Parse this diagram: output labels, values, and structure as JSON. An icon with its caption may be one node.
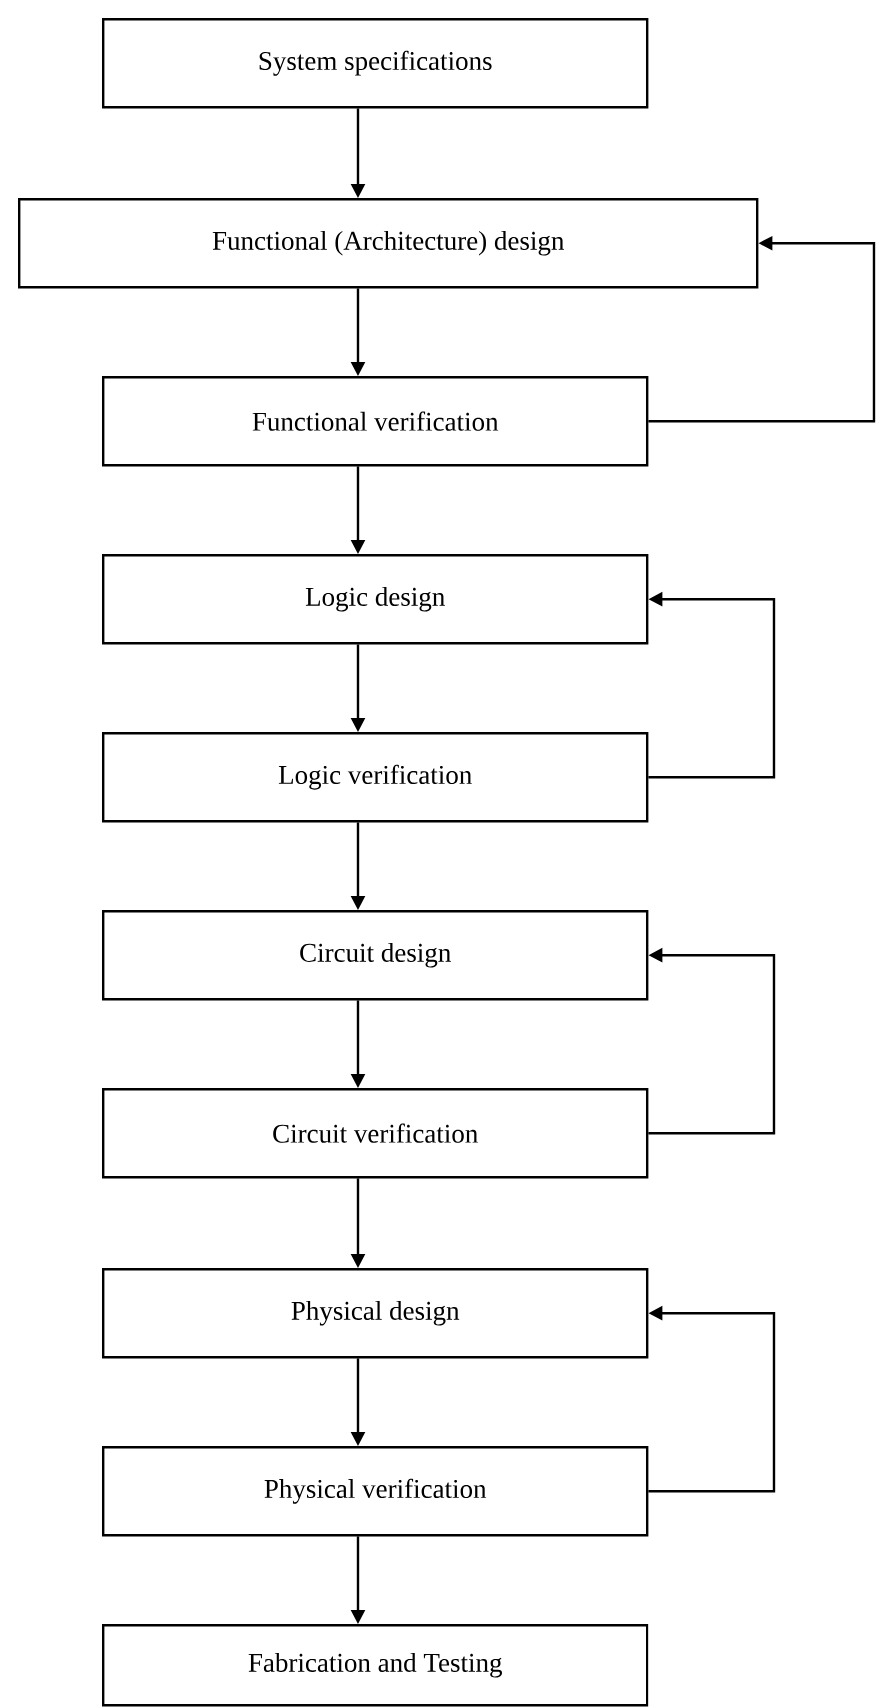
{
  "diagram": {
    "nodes": [
      {
        "text": [
          "System specifications"
        ]
      },
      {
        "text": [
          "Functional (Architecture) design"
        ]
      },
      {
        "text": [
          "Functional verification"
        ]
      },
      {
        "text": [
          "Logic design"
        ]
      },
      {
        "text": [
          "Logic verification"
        ]
      },
      {
        "text": [
          "Circuit design"
        ]
      },
      {
        "text": [
          "Circuit verification"
        ]
      },
      {
        "text": [
          "Physical design"
        ]
      },
      {
        "text": [
          "Physical verification"
        ]
      },
      {
        "text": [
          "Fabrication and Testing"
        ]
      }
    ],
    "edges": [
      {
        "from": 0,
        "to": 1,
        "arrow": "to"
      },
      {
        "from": 1,
        "to": 2,
        "arrow": "to"
      },
      {
        "from": 2,
        "to": 3,
        "arrow": "to"
      },
      {
        "from": 3,
        "to": 4,
        "arrow": "to"
      },
      {
        "from": 4,
        "to": 5,
        "arrow": "to"
      },
      {
        "from": 5,
        "to": 6,
        "arrow": "to"
      },
      {
        "from": 6,
        "to": 7,
        "arrow": "to"
      },
      {
        "from": 7,
        "to": 8,
        "arrow": "to"
      },
      {
        "from": 8,
        "to": 9,
        "arrow": "to"
      },
      {
        "from": 2,
        "to": 1,
        "arrow": "to"
      },
      {
        "from": 4,
        "to": 3,
        "arrow": "to"
      },
      {
        "from": 6,
        "to": 5,
        "arrow": "to"
      },
      {
        "from": 8,
        "to": 7,
        "arrow": "to"
      }
    ]
  }
}
